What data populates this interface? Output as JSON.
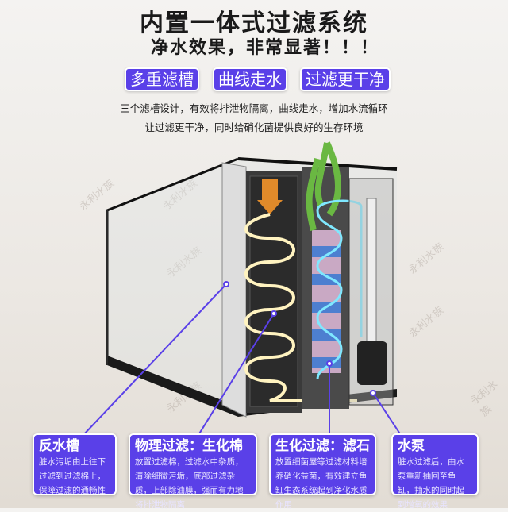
{
  "header": {
    "title": "内置一体式过滤系统",
    "subtitle": "净水效果，非常显著！！！"
  },
  "tags": [
    "多重滤槽",
    "曲线走水",
    "过滤更干净"
  ],
  "description": [
    "三个滤槽设计，有效将排泄物隔离，曲线走水，增加水流循环",
    "让过滤更干净，同时给硝化菌提供良好的生存环境"
  ],
  "watermark": "永利水族",
  "cards": [
    {
      "title": "反水槽",
      "text": "脏水污垢由上往下过滤到过滤棉上，保障过滤的通畅性"
    },
    {
      "title": "物理过滤：生化棉",
      "text": "放置过滤棉，过滤水中杂质，清除细微污垢，底部过滤杂质，上部除油膜，强而有力地将排泄物隔离"
    },
    {
      "title": "生化过滤：滤石",
      "text": "放置细菌屋等过滤材料培养硝化益菌，有效建立鱼缸生态系统起到净化水质作用"
    },
    {
      "title": "水泵",
      "text": "脏水过滤后，由水泵重新抽回至鱼缸，抽水的同时起到增氧的效果"
    }
  ],
  "colors": {
    "accent": "#5a40e8",
    "water_path": "#fff3c0",
    "flow": "#7fe8ff"
  }
}
